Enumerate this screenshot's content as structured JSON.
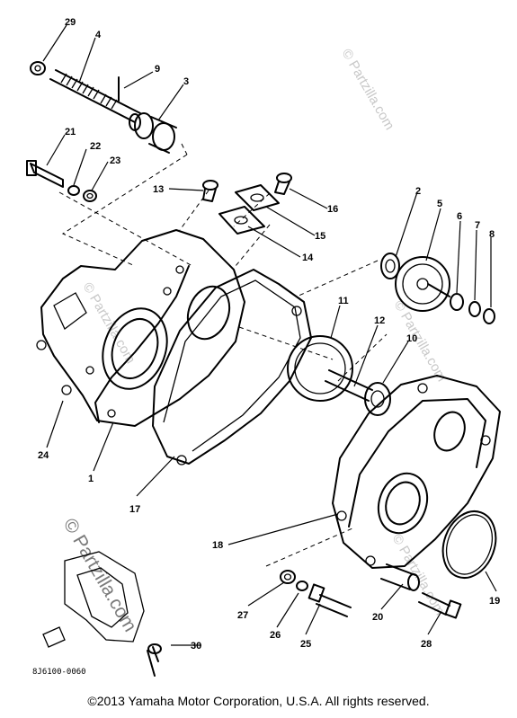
{
  "diagram": {
    "callouts": [
      "29",
      "4",
      "9",
      "3",
      "21",
      "22",
      "23",
      "13",
      "16",
      "15",
      "14",
      "2",
      "5",
      "6",
      "7",
      "8",
      "11",
      "12",
      "10",
      "24",
      "1",
      "17",
      "18",
      "19",
      "27",
      "26",
      "25",
      "20",
      "28",
      "30"
    ],
    "drawing_code": "8J6100-0060",
    "watermark": "© Partzilla.com",
    "copyright": "©2013 Yamaha Motor Corporation, U.S.A. All rights reserved."
  }
}
